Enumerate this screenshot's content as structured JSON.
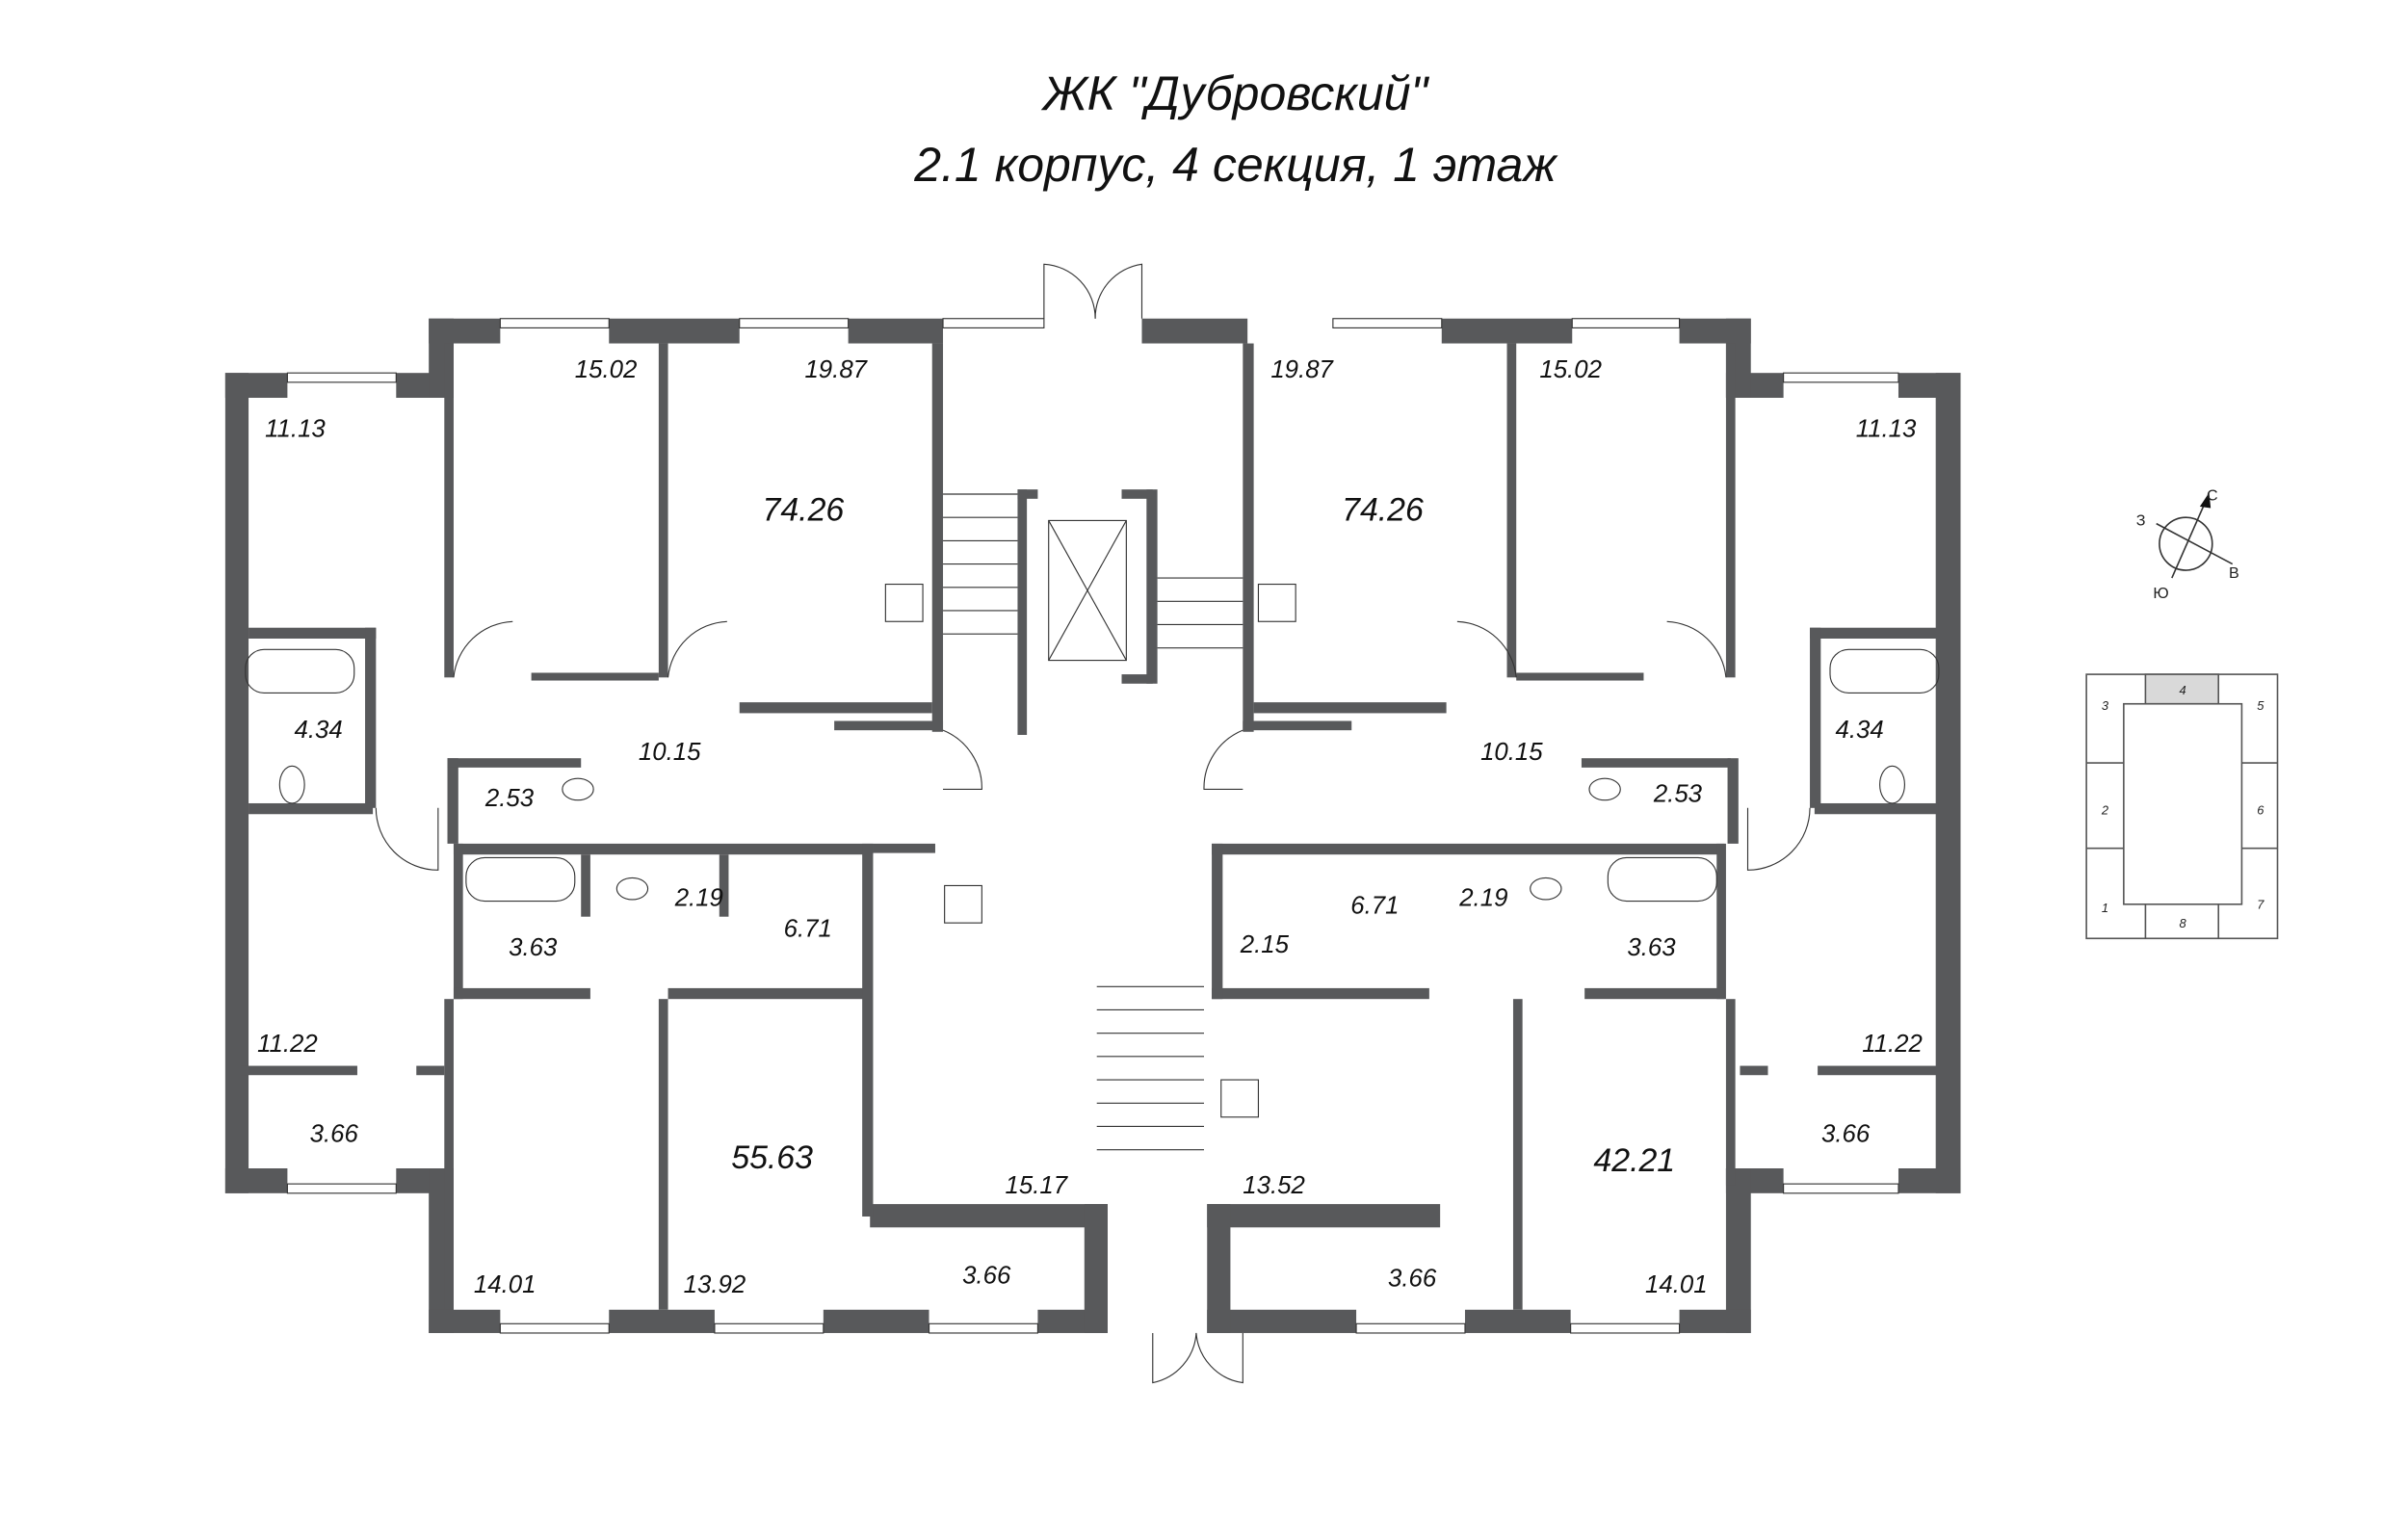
{
  "header": {
    "title": "ЖК \"Дубровский\"",
    "subtitle": "2.1 корпус, 4 секция, 1 этаж"
  },
  "apartments": {
    "left_top": {
      "total": "74.26",
      "rooms": [
        "11.13",
        "15.02",
        "19.87",
        "4.34",
        "10.15",
        "2.53"
      ]
    },
    "left_bottom": {
      "total": "55.63",
      "rooms": [
        "3.63",
        "2.19",
        "6.71",
        "11.22",
        "3.66",
        "14.01",
        "13.92",
        "15.17",
        "3.66"
      ]
    },
    "right_top": {
      "total": "74.26",
      "rooms": [
        "19.87",
        "15.02",
        "11.13",
        "4.34",
        "10.15",
        "2.53"
      ]
    },
    "right_bottom": {
      "total": "42.21",
      "rooms": [
        "2.19",
        "6.71",
        "2.15",
        "3.63",
        "11.22",
        "3.66",
        "13.52",
        "3.66",
        "14.01"
      ]
    }
  },
  "compass": {
    "north": "С",
    "south": "Ю",
    "west": "З",
    "east": "В"
  },
  "key_plan": {
    "sections": [
      "1",
      "2",
      "3",
      "4",
      "5",
      "6",
      "7",
      "8"
    ],
    "highlighted": "4",
    "highlight_color": "#d9d9d9"
  },
  "colors": {
    "wall": "#58595b"
  }
}
